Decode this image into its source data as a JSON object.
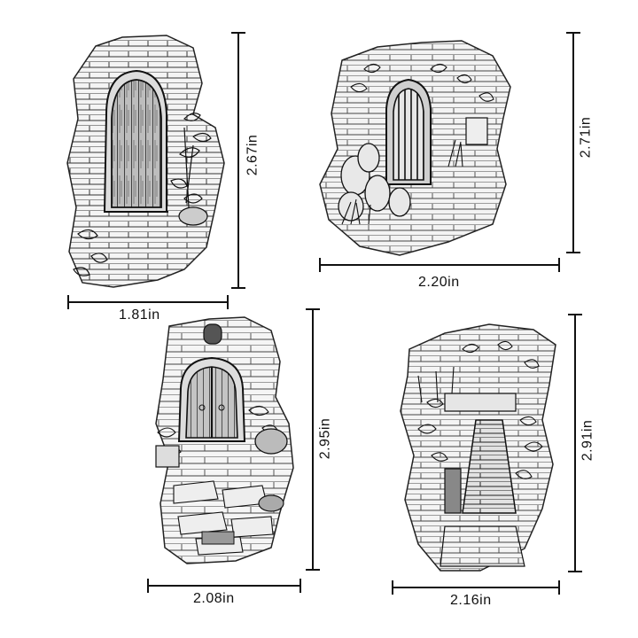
{
  "stamps": [
    {
      "id": "stamp-1",
      "width_label": "1.81in",
      "height_label": "2.67in",
      "subject": "arched wooden door in stone wall with plants"
    },
    {
      "id": "stamp-2",
      "width_label": "2.20in",
      "height_label": "2.71in",
      "subject": "arched gate with cactus and leafy vines"
    },
    {
      "id": "stamp-3",
      "width_label": "2.08in",
      "height_label": "2.95in",
      "subject": "double arched door with potted flowers and steps"
    },
    {
      "id": "stamp-4",
      "width_label": "2.16in",
      "height_label": "2.91in",
      "subject": "stone staircase alley with hanging plants"
    }
  ],
  "colors": {
    "ink": "#111111",
    "clear_stamp": "#f2f2f2",
    "background": "#ffffff"
  }
}
